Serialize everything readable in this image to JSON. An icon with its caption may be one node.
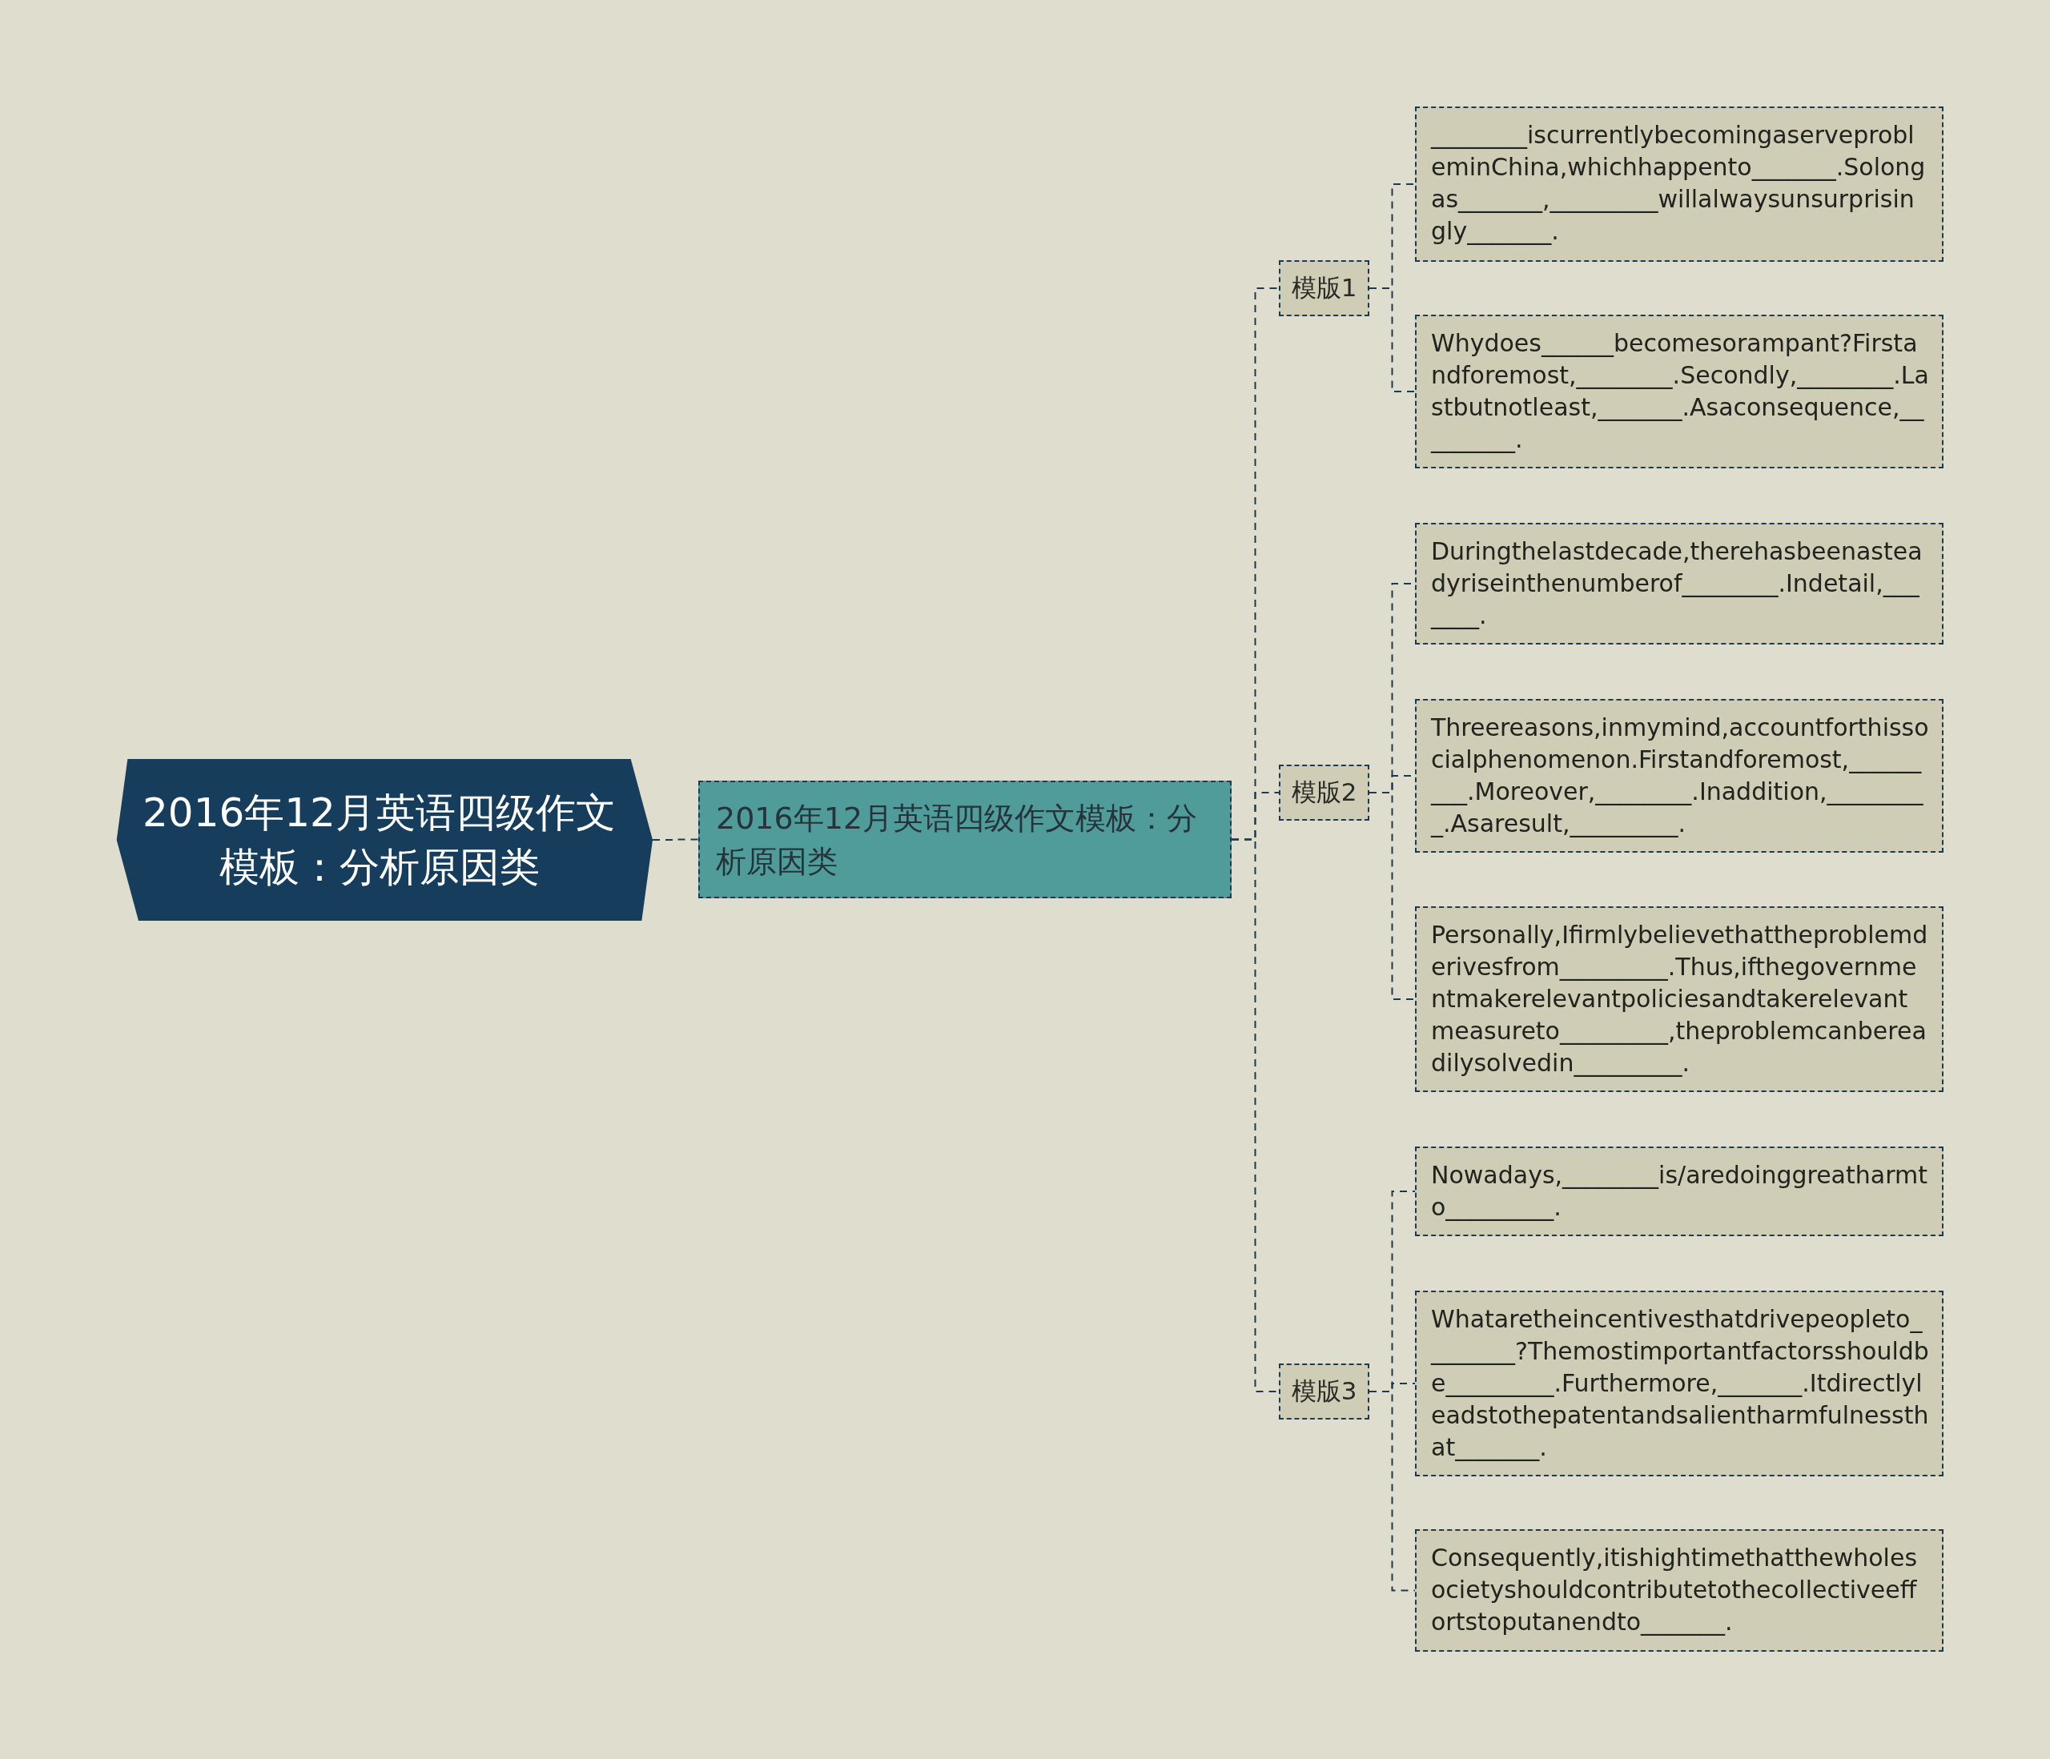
{
  "diagram": {
    "nodes": [
      {
        "text": [
          "2016年12月英语四级作文模板：分析原因类"
        ]
      },
      {
        "text": [
          "2016年12月英语四级作文模板：分析原因类"
        ]
      },
      {
        "text": [
          "模版1"
        ]
      },
      {
        "text": [
          "________iscurrentlybecomingaserveprobleminChina,whichhappento_______.Solongas_______,_________willalwaysunsurprisingly_______."
        ]
      },
      {
        "text": [
          "Whydoes______becomesorampant?Firstandforemost,________.Secondly,________.Lastbutnotleast,_______.Asaconsequence,_________."
        ]
      },
      {
        "text": [
          "模版2"
        ]
      },
      {
        "text": [
          "Duringthelastdecade,therehasbeenasteadyriseinthenumberof________.Indetail,_______."
        ]
      },
      {
        "text": [
          "Threereasons,inmymind,accountforthissocialphenomenon.Firstandforemost,_________.Moreover,________.Inaddition,_________.Asaresult,_________."
        ]
      },
      {
        "text": [
          "Personally,Ifirmlybelievethattheproblemderivesfrom_________.Thus,ifthegovernmentmakerelevantpoliciesandtakerelevantmeasureto_________,theproblemcanbereadilysolvedin_________."
        ]
      },
      {
        "text": [
          "模版3"
        ]
      },
      {
        "text": [
          "Nowadays,________is/aredoinggreatharmto_________."
        ]
      },
      {
        "text": [
          "Whataretheincentivesthatdrivepeopleto________?Themostimportantfactorsshouldbe_________.Furthermore,_______.Itdirectlyleadstothepatentandsalientharmfulnessthat_______."
        ]
      },
      {
        "text": [
          "Consequently,itishightimethatthewholesocietyshouldcontributetothecollectiveeffortstoputanendto_______."
        ]
      }
    ],
    "edges": [
      {
        "from": 0,
        "to": 1,
        "arrow": "none"
      },
      {
        "from": 1,
        "to": 2,
        "arrow": "none"
      },
      {
        "from": 1,
        "to": 5,
        "arrow": "none"
      },
      {
        "from": 1,
        "to": 9,
        "arrow": "none"
      },
      {
        "from": 2,
        "to": 3,
        "arrow": "none"
      },
      {
        "from": 2,
        "to": 4,
        "arrow": "none"
      },
      {
        "from": 5,
        "to": 6,
        "arrow": "none"
      },
      {
        "from": 5,
        "to": 7,
        "arrow": "none"
      },
      {
        "from": 5,
        "to": 8,
        "arrow": "none"
      },
      {
        "from": 9,
        "to": 10,
        "arrow": "none"
      },
      {
        "from": 9,
        "to": 11,
        "arrow": "none"
      },
      {
        "from": 9,
        "to": 12,
        "arrow": "none"
      }
    ]
  }
}
